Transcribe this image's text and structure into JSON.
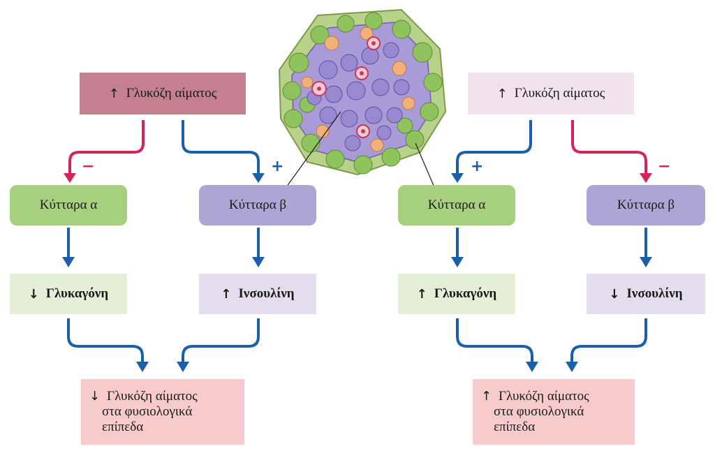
{
  "colors": {
    "blue_arrow": "#1a5fa8",
    "red_arrow": "#d6245a",
    "alpha_cell": "#a8cf7e",
    "beta_cell": "#ada6d4",
    "high_glucose_box": "#c4808f",
    "low_glucose_box": "#f0e3ec",
    "glucagon_box": "#e5efd8",
    "insulin_box": "#e3ddee",
    "result_box": "#f7cbcb"
  },
  "icons": [
    "up-arrow-glyph",
    "down-arrow-glyph",
    "islet-illustration"
  ],
  "left": {
    "top_label": "Γλυκόζη αίματος",
    "top_arrow": "↑",
    "alpha_cell": "Κύτταρα α",
    "beta_cell": "Κύτταρα β",
    "alpha_sign": "−",
    "beta_sign": "+",
    "hormone_alpha_arrow": "↓",
    "hormone_alpha": "Γλυκαγόνη",
    "hormone_beta_arrow": "↑",
    "hormone_beta": "Ινσουλίνη",
    "result_arrow": "↓",
    "result_line1": "Γλυκόζη αίματος",
    "result_line2": "στα φυσιολογικά",
    "result_line3": "επίπεδα"
  },
  "right": {
    "top_label": "Γλυκόζη αίματος",
    "top_arrow": "↑",
    "alpha_cell": "Κύτταρα α",
    "beta_cell": "Κύτταρα β",
    "alpha_sign": "+",
    "beta_sign": "−",
    "hormone_alpha_arrow": "↑",
    "hormone_alpha": "Γλυκαγόνη",
    "hormone_beta_arrow": "↓",
    "hormone_beta": "Ινσουλίνη",
    "result_arrow": "↑",
    "result_line1": "Γλυκόζη αίματος",
    "result_line2": "στα φυσιολογικά",
    "result_line3": "επίπεδα"
  }
}
